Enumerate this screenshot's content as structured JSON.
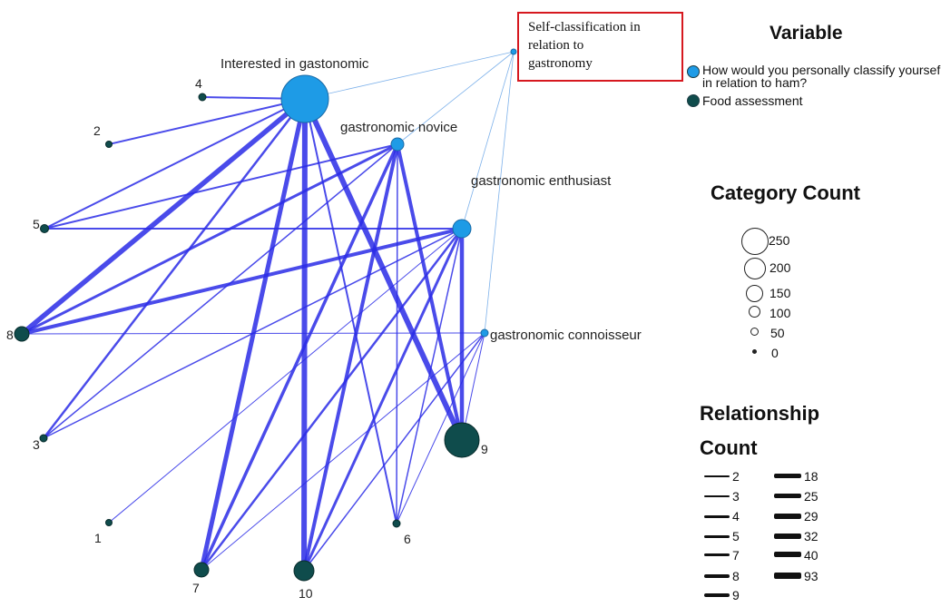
{
  "title_box": [
    "Self-classification in",
    "relation to",
    "gastronomy"
  ],
  "hub_labels": {
    "interested": "Interested in gastonomic",
    "novice": "gastronomic novice",
    "enthusiast": "gastronomic enthusiast",
    "connoisseur": "gastronomic connoisseur"
  },
  "food_labels": [
    "1",
    "2",
    "3",
    "4",
    "5",
    "6",
    "7",
    "8",
    "9",
    "10"
  ],
  "legend_variable": {
    "title": "Variable",
    "entries": [
      {
        "label": "How would you personally classify yoursef in relation to ham?",
        "color": "#1e9be6"
      },
      {
        "label": "Food assessment",
        "color": "#0f4c4c"
      }
    ]
  },
  "legend_category": {
    "title": "Category Count",
    "values": [
      "250",
      "200",
      "150",
      "100",
      "50",
      "0"
    ]
  },
  "legend_relationship": {
    "title_line1": "Relationship",
    "title_line2": "Count",
    "values_left": [
      "2",
      "3",
      "4",
      "5",
      "7",
      "8",
      "9"
    ],
    "values_right": [
      "18",
      "25",
      "29",
      "32",
      "40",
      "93"
    ]
  },
  "colors": {
    "hub_fill": "#1e9be6",
    "food_fill": "#0f4c4c",
    "edge": "#2a2be6",
    "title_border": "#d6181f"
  }
}
